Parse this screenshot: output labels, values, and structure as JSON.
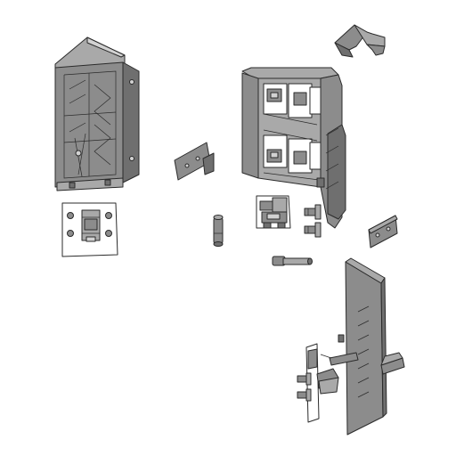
{
  "colors": {
    "background": "#ffffff",
    "body": "#8c8c8c",
    "body_dark": "#6f6f6f",
    "body_light": "#a9a9a9",
    "highlight": "#d2d2d2",
    "paper": "#ffffff",
    "line": "#2b2b2b"
  },
  "parts": [
    {
      "id": "corner-housing-left",
      "kind": "housing"
    },
    {
      "id": "mounting-plate-left",
      "kind": "plate"
    },
    {
      "id": "corner-cap-top",
      "kind": "cap"
    },
    {
      "id": "bracket-small",
      "kind": "bracket"
    },
    {
      "id": "corner-housing-right",
      "kind": "housing"
    },
    {
      "id": "clip-module",
      "kind": "clip"
    },
    {
      "id": "dowel-pin",
      "kind": "pin"
    },
    {
      "id": "hinge-screws",
      "kind": "screws"
    },
    {
      "id": "connector-plate-right",
      "kind": "plate"
    },
    {
      "id": "rod-connector",
      "kind": "rod"
    },
    {
      "id": "side-panel",
      "kind": "panel"
    },
    {
      "id": "hinge-arm-assembly",
      "kind": "hinge"
    }
  ]
}
